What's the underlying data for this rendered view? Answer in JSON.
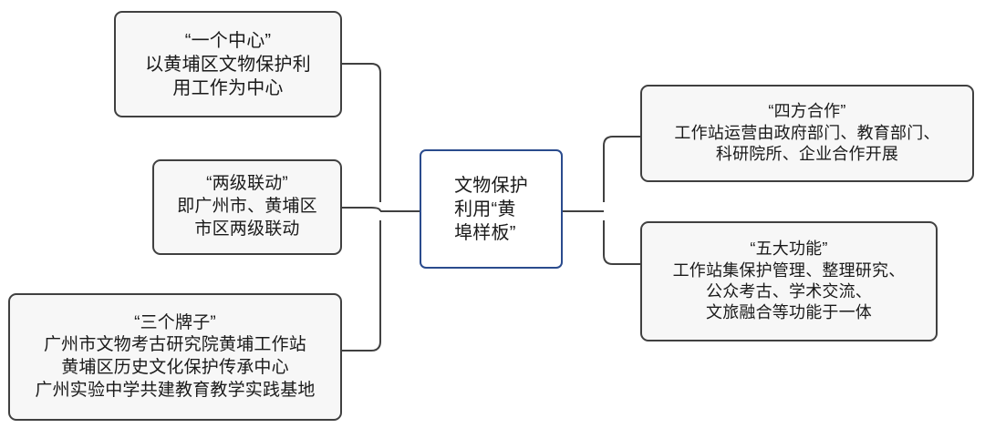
{
  "diagram": {
    "type": "bracket-mind-map",
    "orientation": "horizontal",
    "colors": {
      "node_fill": "#f7f7f7",
      "node_border": "#404040",
      "center_fill": "#ffffff",
      "center_border": "#2a4b8d",
      "connector": "#404040",
      "text": "#1a1a1a",
      "background": "#ffffff"
    },
    "center": {
      "id": "center",
      "lines": [
        "文物保护",
        "利用“黄",
        "埠样板”"
      ],
      "full_text": "文物保护利用“黄埠样板”"
    },
    "left_branches": [
      {
        "id": "one-center",
        "title": "“一个中心”",
        "lines": [
          "“一个中心”",
          "以黄埔区文物保护利",
          "用工作为中心"
        ],
        "full_text": "“一个中心”以黄埔区文物保护利用工作为中心"
      },
      {
        "id": "two-level",
        "title": "“两级联动”",
        "lines": [
          "“两级联动”",
          "即广州市、黄埔区",
          "市区两级联动"
        ],
        "full_text": "“两级联动”即广州市、黄埔区市区两级联动"
      },
      {
        "id": "three-plates",
        "title": "“三个牌子”",
        "lines": [
          "“三个牌子”",
          "广州市文物考古研究院黄埔工作站",
          "黄埔区历史文化保护传承中心",
          "广州实验中学共建教育教学实践基地"
        ],
        "full_text": "“三个牌子”广州市文物考古研究院黄埔工作站 黄埔区历史文化保护传承中心 广州实验中学共建教育教学实践基地"
      }
    ],
    "right_branches": [
      {
        "id": "four-party",
        "title": "“四方合作”",
        "lines": [
          "“四方合作”",
          "工作站运营由政府部门、教育部门、",
          "科研院所、企业合作开展"
        ],
        "full_text": "“四方合作”工作站运营由政府部门、教育部门、科研院所、企业合作开展"
      },
      {
        "id": "five-func",
        "title": "“五大功能”",
        "lines": [
          "“五大功能”",
          "工作站集保护管理、整理研究、",
          "公众考古、学术交流、",
          "文旅融合等功能于一体"
        ],
        "full_text": "“五大功能”工作站集保护管理、整理研究、公众考古、学术交流、文旅融合等功能于一体"
      }
    ]
  }
}
